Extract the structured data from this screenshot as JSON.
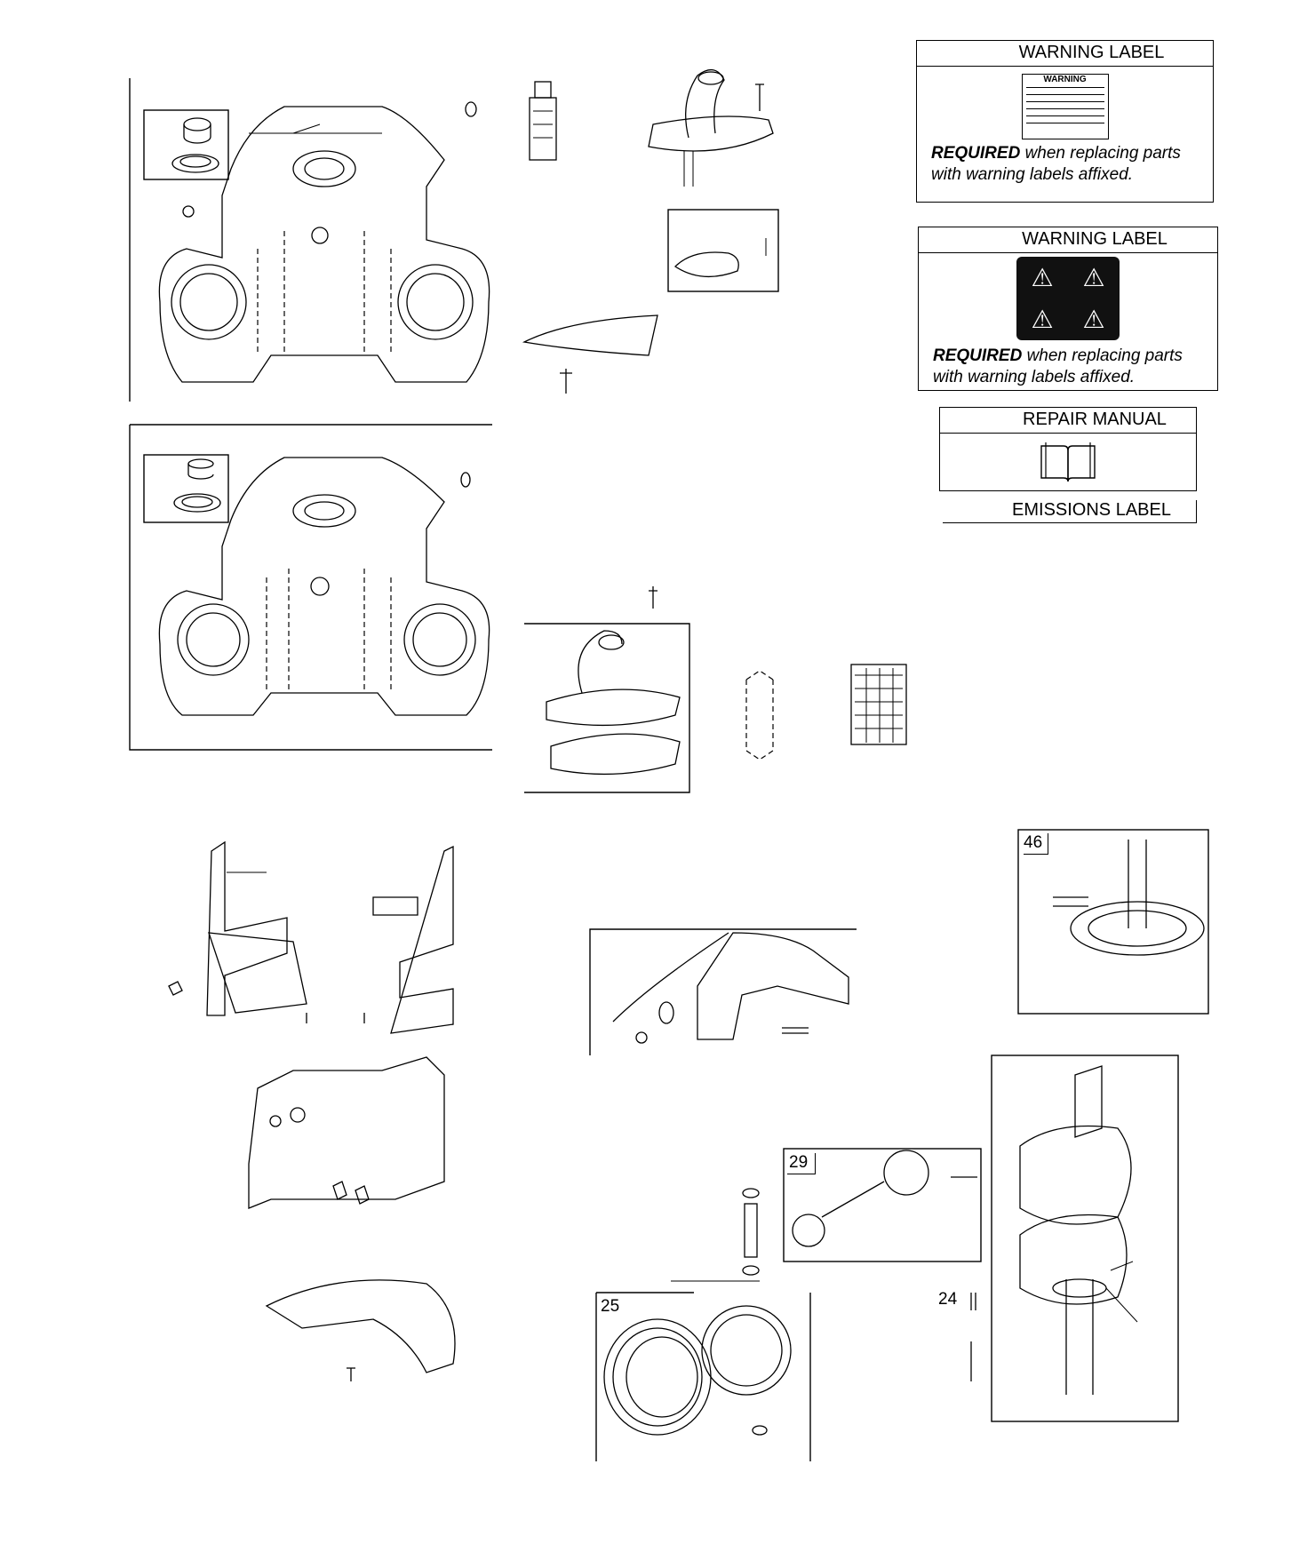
{
  "labels": {
    "warning_label_1": {
      "title": "WARNING LABEL",
      "required": "REQUIRED",
      "note": " when replacing parts with warning labels affixed."
    },
    "warning_label_2": {
      "title": "WARNING LABEL",
      "required": "REQUIRED",
      "note": " when replacing parts with warning labels affixed."
    },
    "repair_manual": {
      "title": "REPAIR MANUAL"
    },
    "emissions_label": {
      "title": "EMISSIONS LABEL"
    }
  },
  "callouts": {
    "camshaft": "46",
    "connecting_rod": "29",
    "piston_rings": "25",
    "dipstick_tube": "24"
  },
  "decal": {
    "heading": "WARNING"
  },
  "colors": {
    "ink": "#000000",
    "paper": "#ffffff",
    "decal_bg": "#111111"
  }
}
